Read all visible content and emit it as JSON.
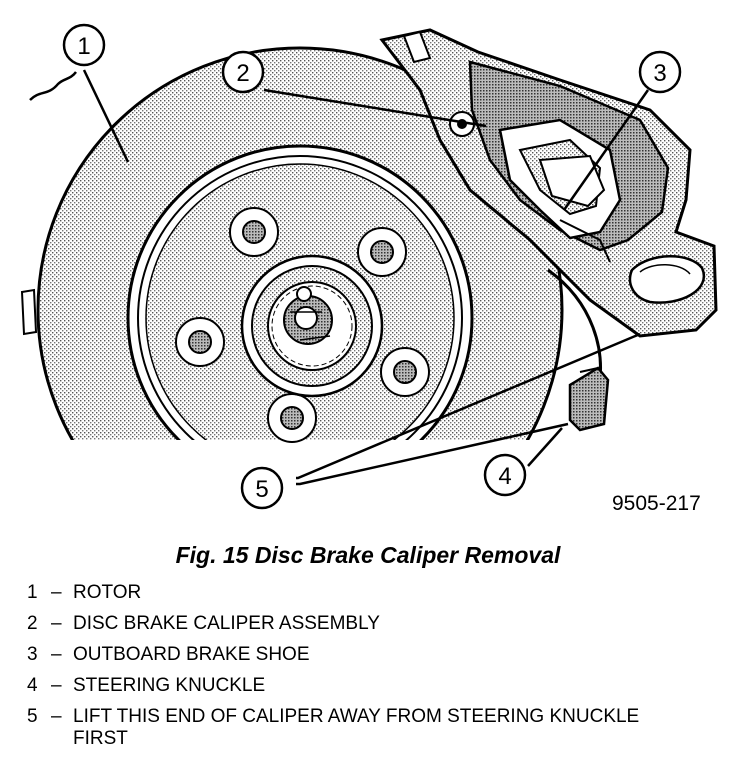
{
  "callouts": [
    {
      "number": "1"
    },
    {
      "number": "2"
    },
    {
      "number": "3"
    },
    {
      "number": "4"
    },
    {
      "number": "5"
    }
  ],
  "figure_code": "9505-217",
  "caption": "Fig. 15 Disc Brake Caliper Removal",
  "legend": [
    {
      "number": "1",
      "separator": "–",
      "text": "ROTOR"
    },
    {
      "number": "2",
      "separator": "–",
      "text": "DISC BRAKE CALIPER ASSEMBLY"
    },
    {
      "number": "3",
      "separator": "–",
      "text": "OUTBOARD BRAKE SHOE"
    },
    {
      "number": "4",
      "separator": "–",
      "text": "STEERING KNUCKLE"
    },
    {
      "number": "5",
      "separator": "–",
      "text": "LIFT THIS END OF CALIPER AWAY FROM STEERING KNUCKLE FIRST"
    }
  ]
}
